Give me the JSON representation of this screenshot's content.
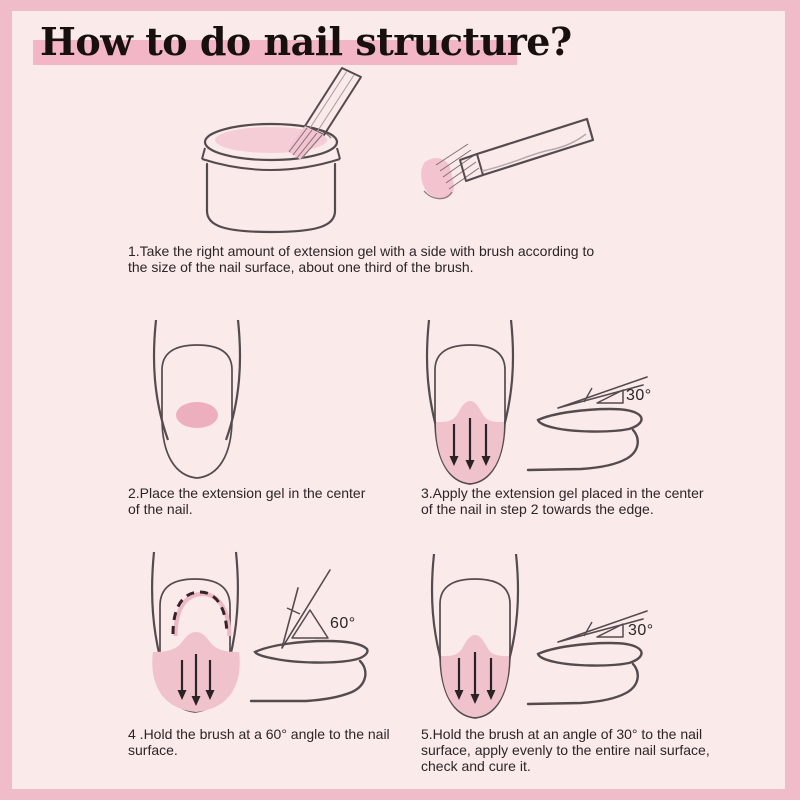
{
  "title": "How to do nail structure?",
  "steps": [
    {
      "caption_lines": [
        "1.Take the right amount of extension gel with a side with brush according to",
        "the size of the nail surface, about one third of the brush."
      ]
    },
    {
      "caption_lines": [
        "2.Place the extension gel in the center",
        "of the nail."
      ]
    },
    {
      "caption_lines": [
        "3.Apply the extension gel placed in the center",
        "of the nail in step 2 towards the edge."
      ],
      "angle_label": "30°"
    },
    {
      "caption_lines": [
        "4 .Hold the brush at a 60° angle to the nail",
        "surface."
      ],
      "angle_label": "60°"
    },
    {
      "caption_lines": [
        "5.Hold the brush at an angle of 30° to the nail",
        "surface, apply evenly to the entire nail surface,",
        "check and cure it."
      ],
      "angle_label": "30°"
    }
  ],
  "colors": {
    "frame": "#f0bcca",
    "panel": "#faeae9",
    "title_highlight": "#f2b6c6",
    "gel_jar": "#f5cdd6",
    "gel_spread": "#f0c2cc",
    "gel_drop": "#edafbe",
    "line_art": "#544b4f",
    "text": "#2b2527"
  }
}
